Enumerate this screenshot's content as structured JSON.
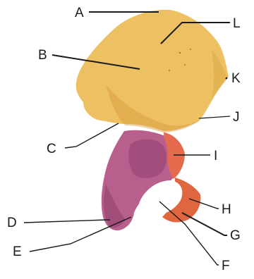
{
  "figure": {
    "labels": {
      "A": "A",
      "B": "B",
      "C": "C",
      "D": "D",
      "E": "E",
      "F": "F",
      "G": "G",
      "H": "H",
      "I": "I",
      "J": "J",
      "K": "K",
      "L": "L"
    },
    "colors": {
      "ilium": "#edc063",
      "ilium_shadow": "#d49a3a",
      "ischium_pubis": "#b95f8e",
      "ischium_shadow": "#8f3f6c",
      "acetabulum_socket": "#a24d7c",
      "acetabular_red": "#e46b4e",
      "pubis_orange": "#e0663f",
      "obturator_foramen": "#ffffff",
      "leader_line": "#1a1a1a"
    }
  }
}
